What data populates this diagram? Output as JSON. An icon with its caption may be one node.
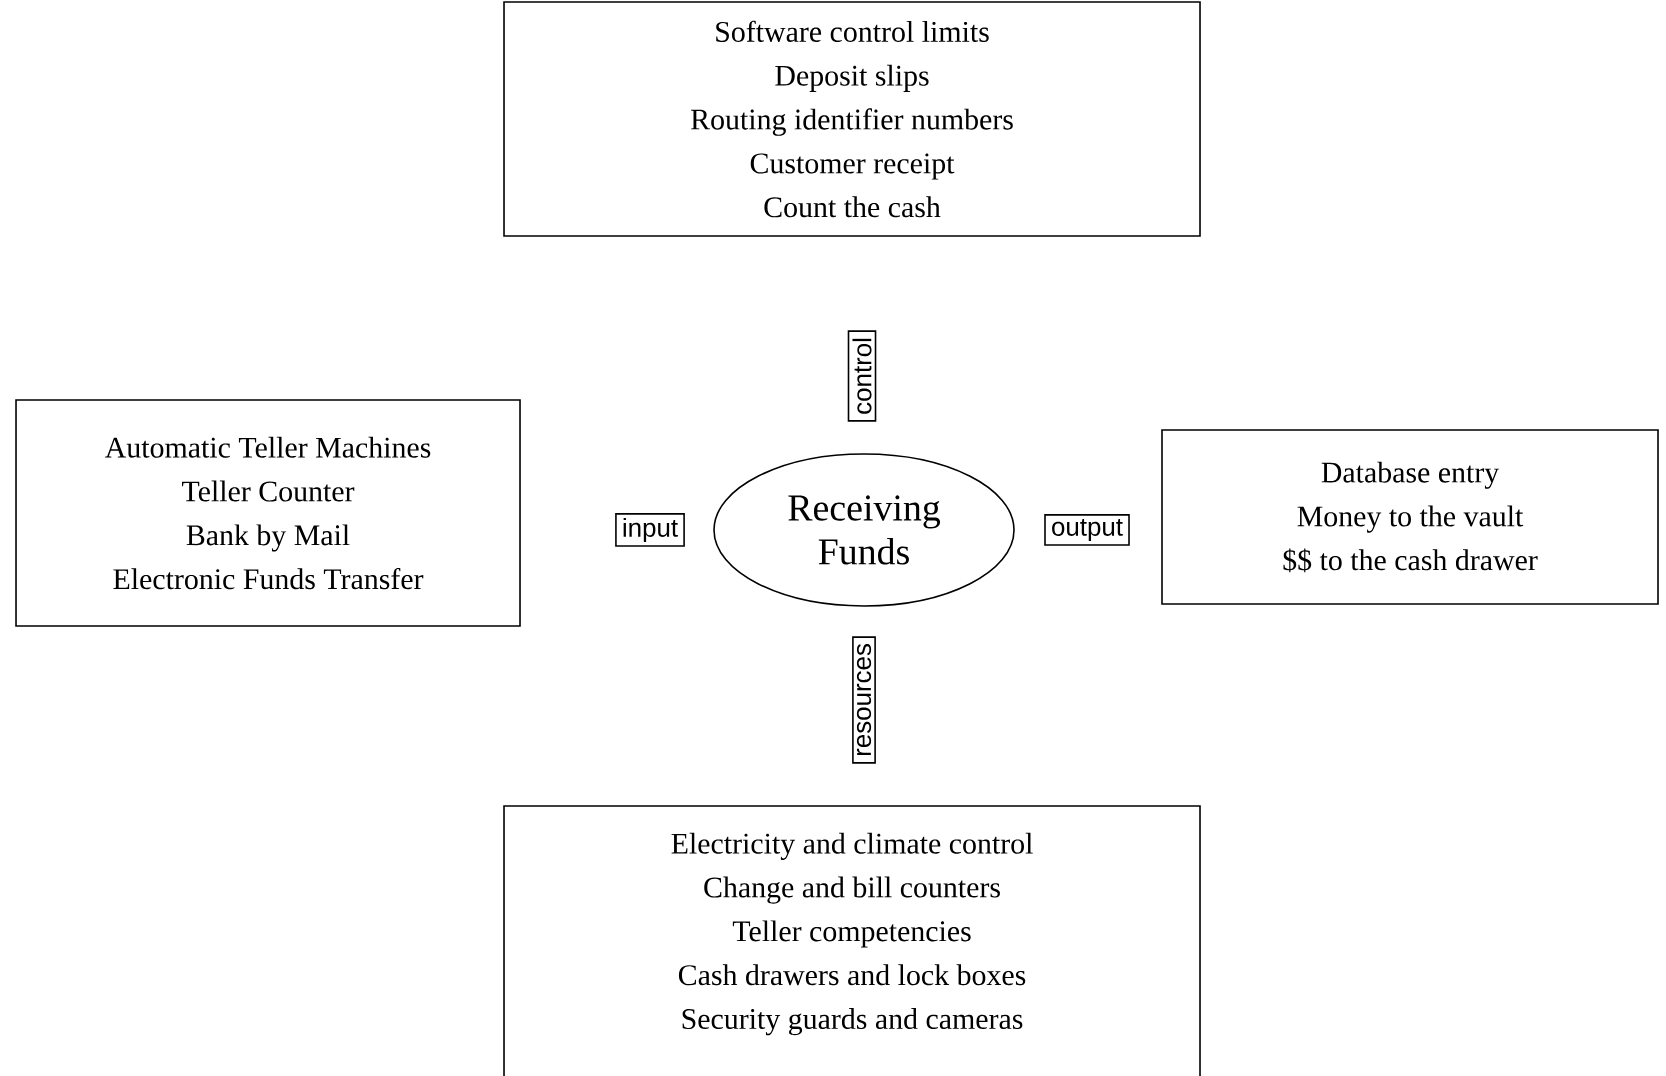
{
  "diagram": {
    "nodes": [
      {
        "text": [
          "Software control limits",
          "Deposit slips",
          "Routing identifier numbers",
          "Customer receipt",
          "Count the cash"
        ]
      },
      {
        "text": [
          "Automatic Teller Machines",
          "Teller Counter",
          "Bank by Mail",
          "Electronic Funds Transfer"
        ]
      },
      {
        "text": [
          "Receiving Funds"
        ]
      },
      {
        "text": [
          "Database entry",
          "Money to the vault",
          "$$ to the cash drawer"
        ]
      },
      {
        "text": [
          "Electricity and climate control",
          "Change and bill counters",
          "Teller competencies",
          "Cash drawers and lock boxes",
          "Security guards and cameras"
        ]
      },
      {
        "text": [
          "control"
        ]
      },
      {
        "text": [
          "input"
        ]
      },
      {
        "text": [
          "output"
        ]
      },
      {
        "text": [
          "resources"
        ]
      }
    ]
  }
}
